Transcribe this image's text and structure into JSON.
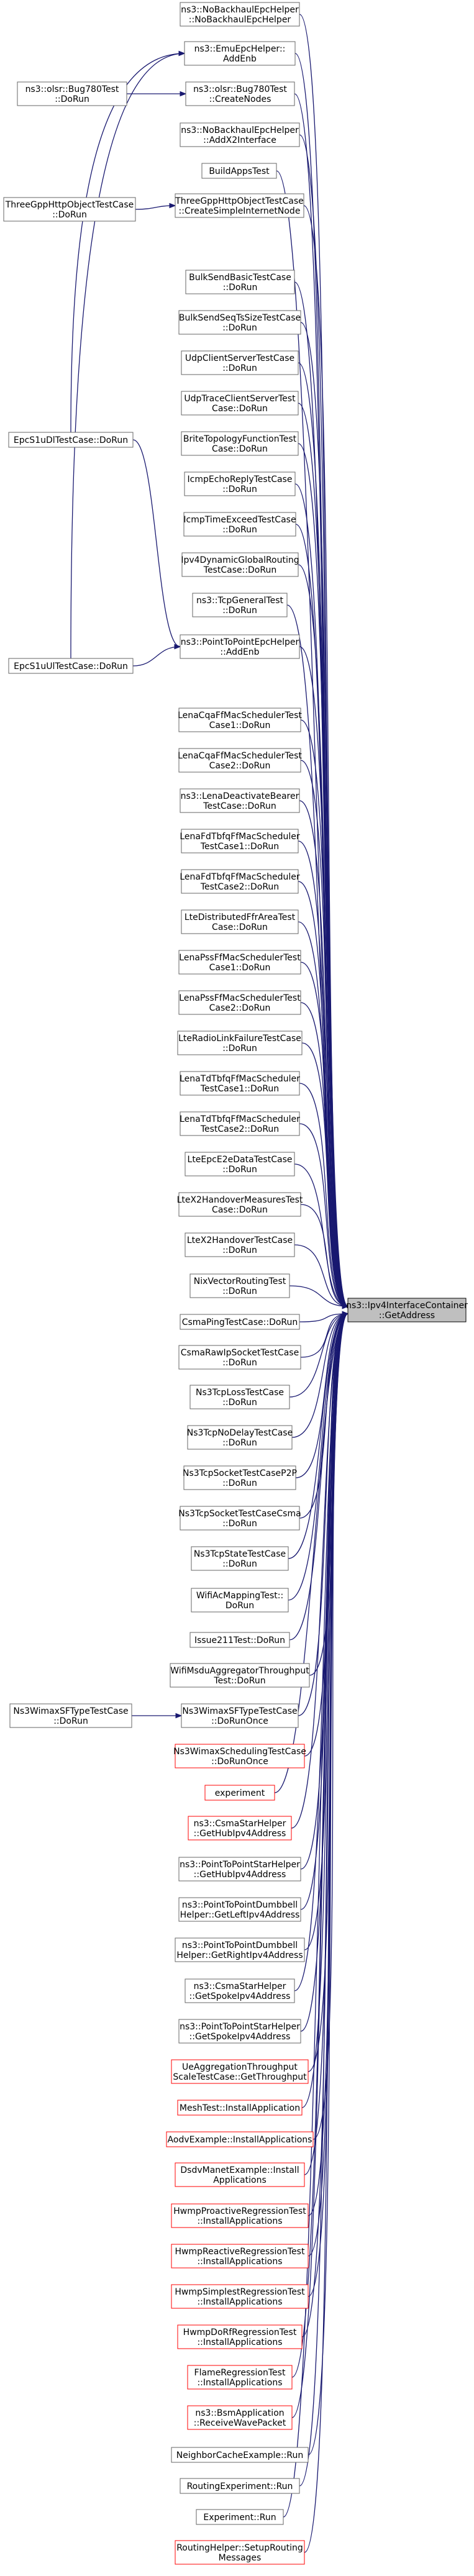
{
  "graph": {
    "nodes": [
      {
        "id": "target",
        "lines": [
          "ns3::Ipv4InterfaceContainer",
          "::GetAddress"
        ],
        "style": "target"
      },
      {
        "id": "c1",
        "lines": [
          "ns3::NoBackhaulEpcHelper",
          "::NoBackhaulEpcHelper"
        ],
        "style": "normal"
      },
      {
        "id": "c2",
        "lines": [
          "ns3::EmuEpcHelper::",
          "AddEnb"
        ],
        "style": "normal"
      },
      {
        "id": "c3",
        "lines": [
          "ns3::olsr::Bug780Test",
          "::CreateNodes"
        ],
        "style": "normal"
      },
      {
        "id": "c4",
        "lines": [
          "ns3::NoBackhaulEpcHelper",
          "::AddX2Interface"
        ],
        "style": "normal"
      },
      {
        "id": "c5",
        "lines": [
          "BuildAppsTest"
        ],
        "style": "normal"
      },
      {
        "id": "c6",
        "lines": [
          "ThreeGppHttpObjectTestCase",
          "::CreateSimpleInternetNode"
        ],
        "style": "normal"
      },
      {
        "id": "c7",
        "lines": [
          "BulkSendBasicTestCase",
          "::DoRun"
        ],
        "style": "normal"
      },
      {
        "id": "c8",
        "lines": [
          "BulkSendSeqTsSizeTestCase",
          "::DoRun"
        ],
        "style": "normal"
      },
      {
        "id": "c9",
        "lines": [
          "UdpClientServerTestCase",
          "::DoRun"
        ],
        "style": "normal"
      },
      {
        "id": "c10",
        "lines": [
          "UdpTraceClientServerTest",
          "Case::DoRun"
        ],
        "style": "normal"
      },
      {
        "id": "c11",
        "lines": [
          "BriteTopologyFunctionTest",
          "Case::DoRun"
        ],
        "style": "normal"
      },
      {
        "id": "c12",
        "lines": [
          "IcmpEchoReplyTestCase",
          "::DoRun"
        ],
        "style": "normal"
      },
      {
        "id": "c13",
        "lines": [
          "IcmpTimeExceedTestCase",
          "::DoRun"
        ],
        "style": "normal"
      },
      {
        "id": "c14",
        "lines": [
          "Ipv4DynamicGlobalRouting",
          "TestCase::DoRun"
        ],
        "style": "normal"
      },
      {
        "id": "c15",
        "lines": [
          "ns3::TcpGeneralTest",
          "::DoRun"
        ],
        "style": "normal"
      },
      {
        "id": "c16",
        "lines": [
          "ns3::PointToPointEpcHelper",
          "::AddEnb"
        ],
        "style": "normal"
      },
      {
        "id": "c17",
        "lines": [
          "LenaCqaFfMacSchedulerTest",
          "Case1::DoRun"
        ],
        "style": "normal"
      },
      {
        "id": "c18",
        "lines": [
          "LenaCqaFfMacSchedulerTest",
          "Case2::DoRun"
        ],
        "style": "normal"
      },
      {
        "id": "c19",
        "lines": [
          "ns3::LenaDeactivateBearer",
          "TestCase::DoRun"
        ],
        "style": "normal"
      },
      {
        "id": "c20",
        "lines": [
          "LenaFdTbfqFfMacScheduler",
          "TestCase1::DoRun"
        ],
        "style": "normal"
      },
      {
        "id": "c21",
        "lines": [
          "LenaFdTbfqFfMacScheduler",
          "TestCase2::DoRun"
        ],
        "style": "normal"
      },
      {
        "id": "c22",
        "lines": [
          "LteDistributedFfrAreaTest",
          "Case::DoRun"
        ],
        "style": "normal"
      },
      {
        "id": "c23",
        "lines": [
          "LenaPssFfMacSchedulerTest",
          "Case1::DoRun"
        ],
        "style": "normal"
      },
      {
        "id": "c24",
        "lines": [
          "LenaPssFfMacSchedulerTest",
          "Case2::DoRun"
        ],
        "style": "normal"
      },
      {
        "id": "c25",
        "lines": [
          "LteRadioLinkFailureTestCase",
          "::DoRun"
        ],
        "style": "normal"
      },
      {
        "id": "c26",
        "lines": [
          "LenaTdTbfqFfMacScheduler",
          "TestCase1::DoRun"
        ],
        "style": "normal"
      },
      {
        "id": "c27",
        "lines": [
          "LenaTdTbfqFfMacScheduler",
          "TestCase2::DoRun"
        ],
        "style": "normal"
      },
      {
        "id": "c28",
        "lines": [
          "LteEpcE2eDataTestCase",
          "::DoRun"
        ],
        "style": "normal"
      },
      {
        "id": "c29",
        "lines": [
          "LteX2HandoverMeasuresTest",
          "Case::DoRun"
        ],
        "style": "normal"
      },
      {
        "id": "c30",
        "lines": [
          "LteX2HandoverTestCase",
          "::DoRun"
        ],
        "style": "normal"
      },
      {
        "id": "c31",
        "lines": [
          "NixVectorRoutingTest",
          "::DoRun"
        ],
        "style": "normal"
      },
      {
        "id": "c32",
        "lines": [
          "CsmaPingTestCase::DoRun"
        ],
        "style": "normal"
      },
      {
        "id": "c33",
        "lines": [
          "CsmaRawIpSocketTestCase",
          "::DoRun"
        ],
        "style": "normal"
      },
      {
        "id": "c34",
        "lines": [
          "Ns3TcpLossTestCase",
          "::DoRun"
        ],
        "style": "normal"
      },
      {
        "id": "c35",
        "lines": [
          "Ns3TcpNoDelayTestCase",
          "::DoRun"
        ],
        "style": "normal"
      },
      {
        "id": "c36",
        "lines": [
          "Ns3TcpSocketTestCaseP2P",
          "::DoRun"
        ],
        "style": "normal"
      },
      {
        "id": "c37",
        "lines": [
          "Ns3TcpSocketTestCaseCsma",
          "::DoRun"
        ],
        "style": "normal"
      },
      {
        "id": "c38",
        "lines": [
          "Ns3TcpStateTestCase",
          "::DoRun"
        ],
        "style": "normal"
      },
      {
        "id": "c39",
        "lines": [
          "WifiAcMappingTest::",
          "DoRun"
        ],
        "style": "normal"
      },
      {
        "id": "c40",
        "lines": [
          "Issue211Test::DoRun"
        ],
        "style": "normal"
      },
      {
        "id": "c41",
        "lines": [
          "WifiMsduAggregatorThroughput",
          "Test::DoRun"
        ],
        "style": "normal"
      },
      {
        "id": "c42",
        "lines": [
          "Ns3WimaxSFTypeTestCase",
          "::DoRunOnce"
        ],
        "style": "normal"
      },
      {
        "id": "c43",
        "lines": [
          "Ns3WimaxSchedulingTestCase",
          "::DoRunOnce"
        ],
        "style": "red"
      },
      {
        "id": "c44",
        "lines": [
          "experiment"
        ],
        "style": "red"
      },
      {
        "id": "c45",
        "lines": [
          "ns3::CsmaStarHelper",
          "::GetHubIpv4Address"
        ],
        "style": "red"
      },
      {
        "id": "c46",
        "lines": [
          "ns3::PointToPointStarHelper",
          "::GetHubIpv4Address"
        ],
        "style": "normal"
      },
      {
        "id": "c47",
        "lines": [
          "ns3::PointToPointDumbbell",
          "Helper::GetLeftIpv4Address"
        ],
        "style": "normal"
      },
      {
        "id": "c48",
        "lines": [
          "ns3::PointToPointDumbbell",
          "Helper::GetRightIpv4Address"
        ],
        "style": "normal"
      },
      {
        "id": "c49",
        "lines": [
          "ns3::CsmaStarHelper",
          "::GetSpokeIpv4Address"
        ],
        "style": "normal"
      },
      {
        "id": "c50",
        "lines": [
          "ns3::PointToPointStarHelper",
          "::GetSpokeIpv4Address"
        ],
        "style": "normal"
      },
      {
        "id": "c51",
        "lines": [
          "UeAggregationThroughput",
          "ScaleTestCase::GetThroughput"
        ],
        "style": "red"
      },
      {
        "id": "c52",
        "lines": [
          "MeshTest::InstallApplication"
        ],
        "style": "red"
      },
      {
        "id": "c53",
        "lines": [
          "AodvExample::InstallApplications"
        ],
        "style": "red"
      },
      {
        "id": "c54",
        "lines": [
          "DsdvManetExample::Install",
          "Applications"
        ],
        "style": "red"
      },
      {
        "id": "c55",
        "lines": [
          "HwmpProactiveRegressionTest",
          "::InstallApplications"
        ],
        "style": "red"
      },
      {
        "id": "c56",
        "lines": [
          "HwmpReactiveRegressionTest",
          "::InstallApplications"
        ],
        "style": "red"
      },
      {
        "id": "c57",
        "lines": [
          "HwmpSimplestRegressionTest",
          "::InstallApplications"
        ],
        "style": "red"
      },
      {
        "id": "c58",
        "lines": [
          "HwmpDoRfRegressionTest",
          "::InstallApplications"
        ],
        "style": "red"
      },
      {
        "id": "c59",
        "lines": [
          "FlameRegressionTest",
          "::InstallApplications"
        ],
        "style": "red"
      },
      {
        "id": "c60",
        "lines": [
          "ns3::BsmApplication",
          "::ReceiveWavePacket"
        ],
        "style": "red"
      },
      {
        "id": "c61",
        "lines": [
          "NeighborCacheExample::Run"
        ],
        "style": "normal"
      },
      {
        "id": "c62",
        "lines": [
          "RoutingExperiment::Run"
        ],
        "style": "normal"
      },
      {
        "id": "c63",
        "lines": [
          "Experiment::Run"
        ],
        "style": "normal"
      },
      {
        "id": "c64",
        "lines": [
          "RoutingHelper::SetupRouting",
          "Messages"
        ],
        "style": "red"
      },
      {
        "id": "l1",
        "lines": [
          "ns3::olsr::Bug780Test",
          "::DoRun"
        ],
        "style": "normal"
      },
      {
        "id": "l2",
        "lines": [
          "ThreeGppHttpObjectTestCase",
          "::DoRun"
        ],
        "style": "normal"
      },
      {
        "id": "l3",
        "lines": [
          "EpcS1uDlTestCase::DoRun"
        ],
        "style": "normal"
      },
      {
        "id": "l4",
        "lines": [
          "EpcS1uUlTestCase::DoRun"
        ],
        "style": "normal"
      },
      {
        "id": "l5",
        "lines": [
          "Ns3WimaxSFTypeTestCase",
          "::DoRun"
        ],
        "style": "normal"
      }
    ]
  }
}
